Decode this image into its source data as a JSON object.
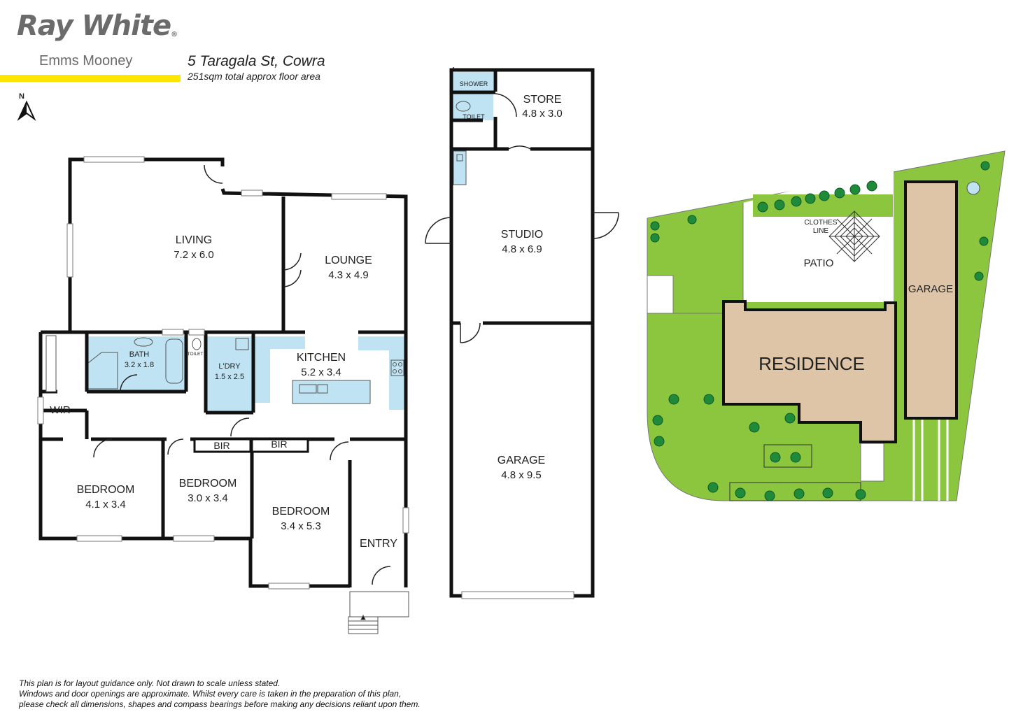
{
  "branding": {
    "logo_text": "Ray White",
    "office": "Emms Mooney",
    "accent_color": "#ffe600"
  },
  "property": {
    "address": "5 Taragala St, Cowra",
    "floor_area": "251sqm total approx floor area"
  },
  "compass": {
    "label": "N"
  },
  "rooms": {
    "living": {
      "name": "LIVING",
      "dims": "7.2 x 6.0"
    },
    "lounge": {
      "name": "LOUNGE",
      "dims": "4.3 x 4.9"
    },
    "bath": {
      "name": "BATH",
      "dims": "3.2 x 1.8"
    },
    "toilet": {
      "name": "TOILET"
    },
    "laundry": {
      "name": "L'DRY",
      "dims": "1.5 x 2.5"
    },
    "kitchen": {
      "name": "KITCHEN",
      "dims": "5.2 x 3.4"
    },
    "wir": {
      "name": "WIR"
    },
    "bedroom1": {
      "name": "BEDROOM",
      "dims": "4.1 x 3.4"
    },
    "bedroom2": {
      "name": "BEDROOM",
      "dims": "3.0 x 3.4"
    },
    "bedroom3": {
      "name": "BEDROOM",
      "dims": "3.4 x 5.3"
    },
    "bir1": {
      "name": "BIR"
    },
    "bir2": {
      "name": "BIR"
    },
    "entry": {
      "name": "ENTRY"
    },
    "shower": {
      "name": "SHOWER"
    },
    "outbuilding_toilet": {
      "name": "TOILET"
    },
    "store": {
      "name": "STORE",
      "dims": "4.8 x 3.0"
    },
    "studio": {
      "name": "STUDIO",
      "dims": "4.8 x 6.9"
    },
    "garage": {
      "name": "GARAGE",
      "dims": "4.8 x 9.5"
    }
  },
  "site": {
    "clothes_line_1": "CLOTHES",
    "clothes_line_2": "LINE",
    "patio": "PATIO",
    "garage": "GARAGE",
    "residence": "RESIDENCE"
  },
  "colors": {
    "wet_area": "#bfe3f2",
    "lawn": "#8cc63f",
    "building": "#dfc5a7",
    "tree": "#1e8a3a",
    "wall": "#111111"
  },
  "disclaimer": [
    "This plan is for layout guidance only. Not drawn to scale unless stated.",
    "Windows and door openings are approximate. Whilst every care is taken in the preparation of this plan,",
    "please check all dimensions, shapes and compass bearings before making any decisions reliant upon them."
  ]
}
